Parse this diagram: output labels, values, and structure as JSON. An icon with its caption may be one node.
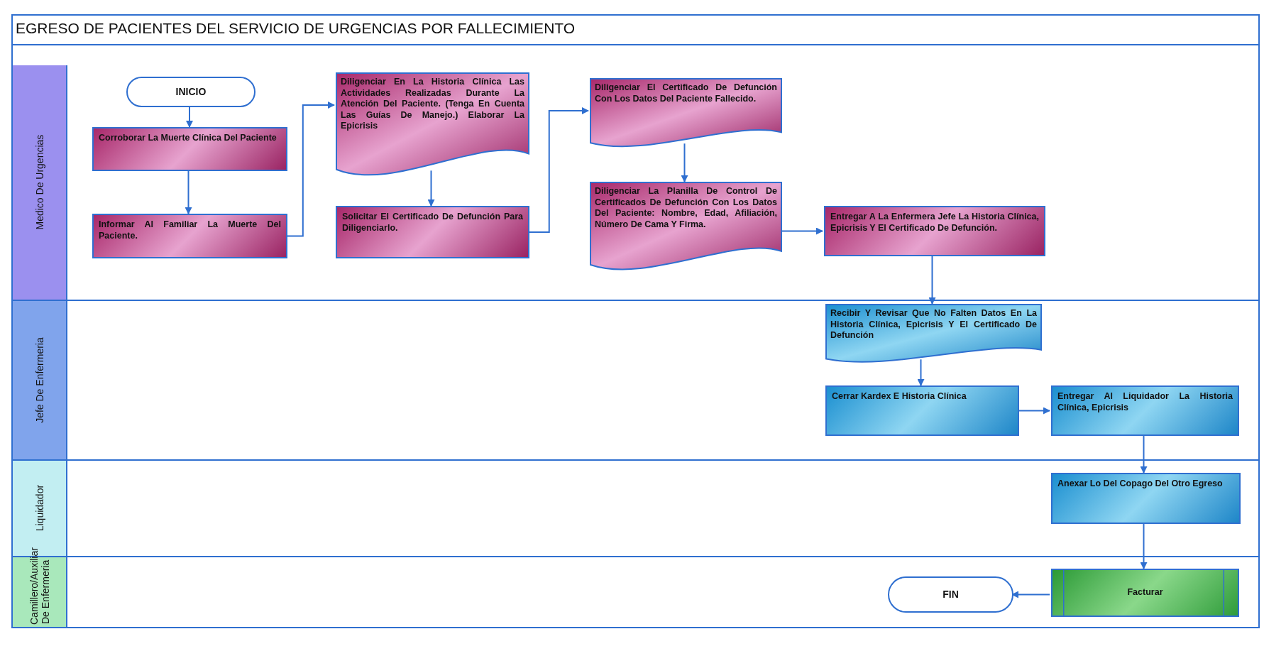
{
  "diagram": {
    "title": "EGRESO DE PACIENTES DEL SERVICIO DE URGENCIAS POR FALLECIMIENTO",
    "nodes": [
      {
        "text": [
          "Medico De Urgencias"
        ]
      },
      {
        "text": [
          "Jefe De Enfermeria"
        ]
      },
      {
        "text": [
          "Liquidador"
        ]
      },
      {
        "text": [
          "Camillero/Auxiliar De Enfermeria"
        ]
      },
      {
        "text": [
          "INICIO"
        ],
        "in": 0
      },
      {
        "text": [
          "Corroborar La Muerte Clínica Del Paciente"
        ],
        "in": 0
      },
      {
        "text": [
          "Informar Al Familiar La Muerte Del Paciente."
        ],
        "in": 0
      },
      {
        "text": [
          "Diligenciar En La Historia Clínica Las Actividades Realizadas Durante La Atención Del Paciente. (Tenga En Cuenta Las Guías De Manejo.) Elaborar La Epicrisis"
        ],
        "in": 0
      },
      {
        "text": [
          "Solicitar El Certificado De Defunción Para Diligenciarlo."
        ],
        "in": 0
      },
      {
        "text": [
          "Diligenciar El Certificado De Defunción Con Los Datos Del Paciente Fallecido."
        ],
        "in": 0
      },
      {
        "text": [
          "Diligenciar La Planilla De Control De Certificados De Defunción Con Los Datos Del Paciente: Nombre, Edad, Afiliación, Número De Cama Y Firma."
        ],
        "in": 0
      },
      {
        "text": [
          "Entregar A La Enfermera Jefe La Historia Clínica, Epicrisis Y El Certificado De Defunción."
        ],
        "in": 0
      },
      {
        "text": [
          "Recibir Y Revisar Que No Falten Datos En La Historia Clínica, Epicrisis Y El Certificado De Defunción"
        ],
        "in": 1
      },
      {
        "text": [
          "Cerrar Kardex E Historia Clínica"
        ],
        "in": 1
      },
      {
        "text": [
          "Entregar Al Liquidador La Historia Clínica, Epicrisis"
        ],
        "in": 1
      },
      {
        "text": [
          "Anexar Lo Del Copago Del Otro Egreso"
        ],
        "in": 2
      },
      {
        "text": [
          "Facturar"
        ],
        "in": 3
      },
      {
        "text": [
          "FIN"
        ],
        "in": 3
      }
    ],
    "edges": [
      {
        "from": 4,
        "to": 5,
        "arrow": "to"
      },
      {
        "from": 5,
        "to": 6,
        "arrow": "to"
      },
      {
        "from": 6,
        "to": 7,
        "arrow": "to"
      },
      {
        "from": 7,
        "to": 8,
        "arrow": "to"
      },
      {
        "from": 8,
        "to": 9,
        "arrow": "to"
      },
      {
        "from": 9,
        "to": 10,
        "arrow": "to"
      },
      {
        "from": 10,
        "to": 11,
        "arrow": "to"
      },
      {
        "from": 11,
        "to": 12,
        "arrow": "to"
      },
      {
        "from": 12,
        "to": 13,
        "arrow": "to"
      },
      {
        "from": 13,
        "to": 14,
        "arrow": "to"
      },
      {
        "from": 14,
        "to": 15,
        "arrow": "to"
      },
      {
        "from": 15,
        "to": 16,
        "arrow": "to"
      },
      {
        "from": 16,
        "to": 17,
        "arrow": "to"
      }
    ]
  }
}
